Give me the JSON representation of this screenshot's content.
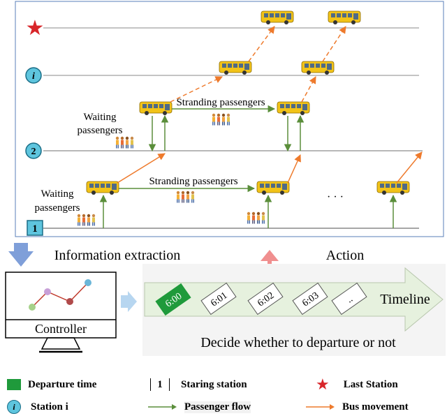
{
  "stations": {
    "last_icon": "red-star",
    "i_label": "i",
    "two_label": "2",
    "one_label": "1"
  },
  "labels": {
    "waiting_upper": "Waiting",
    "passengers_upper": "passengers",
    "stranding_upper": "Stranding passengers",
    "waiting_lower": "Waiting",
    "passengers_lower": "passengers",
    "stranding_lower": "Stranding passengers",
    "ellipsis": "· · ·"
  },
  "process": {
    "info_extraction": "Information extraction",
    "action": "Action",
    "controller": "Controller",
    "timeline": "Timeline",
    "decide": "Decide whether to departure or not"
  },
  "timeline_slots": [
    "6:00",
    "6:01",
    "6:02",
    "6:03",
    ".."
  ],
  "legend": {
    "departure_time": "Departure time",
    "starting_station_num": "1",
    "starting_station": "Staring station",
    "last_station": "Last Station",
    "station_i_icon": "i",
    "station_i": "Station i",
    "passenger_flow": "Passenger flow",
    "bus_movement": "Bus movement"
  },
  "colors": {
    "bus_body": "#f2c318",
    "bus_window": "#4f6a86",
    "passenger_arrow": "#5a8e3a",
    "bus_arrow": "#ee7a2c",
    "station_circle": "#5ec5de",
    "star": "#d8262a",
    "departure_green": "#1f9a3b",
    "timeline_arrow": "#e6f1de",
    "down_arrow": "#7f9fd9",
    "up_arrow": "#f08f8f"
  }
}
